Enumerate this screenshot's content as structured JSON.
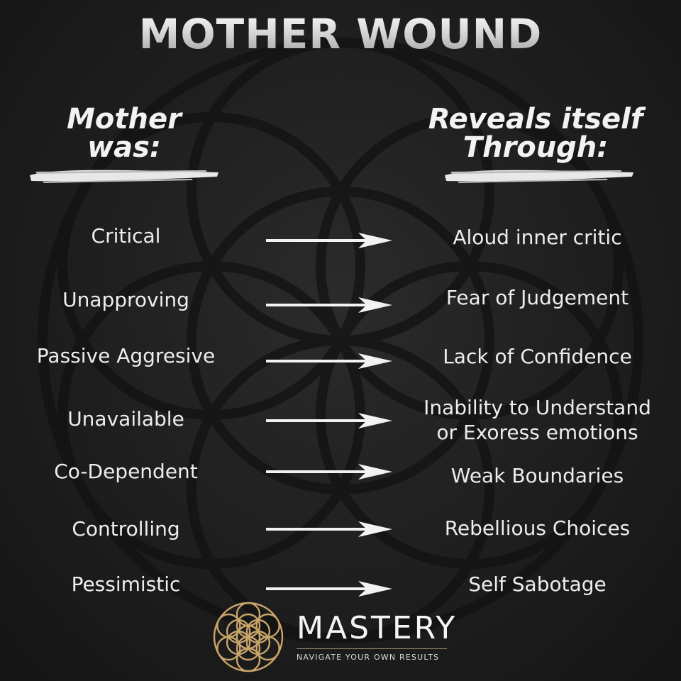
{
  "title": "MOTHER WOUND",
  "left_heading": {
    "line1": "Mother",
    "line2": "was:"
  },
  "right_heading": {
    "line1": "Reveals itself",
    "line2": "Through:"
  },
  "rows": [
    {
      "cause": "Critical",
      "effect_line1": "Aloud inner critic",
      "effect_line2": ""
    },
    {
      "cause": "Unapproving",
      "effect_line1": "Fear of Judgement",
      "effect_line2": ""
    },
    {
      "cause": "Passive Aggresive",
      "effect_line1": "Lack of Confidence",
      "effect_line2": ""
    },
    {
      "cause": "Unavailable",
      "effect_line1": "Inability to Understand",
      "effect_line2": "or Exoress emotions"
    },
    {
      "cause": "Co-Dependent",
      "effect_line1": "Weak Boundaries",
      "effect_line2": ""
    },
    {
      "cause": "Controlling",
      "effect_line1": "Rebellious Choices",
      "effect_line2": ""
    },
    {
      "cause": "Pessimistic",
      "effect_line1": "Self Sabotage",
      "effect_line2": ""
    }
  ],
  "brand": {
    "name": "MASTERY",
    "tagline": "NAVIGATE YOUR OWN RESULTS",
    "gold": "#c9a56a"
  },
  "colors": {
    "background": "#1e1e1e",
    "text": "#ededed",
    "pattern": "#111111"
  },
  "icons": {
    "background": "flower-of-life-pattern",
    "logo": "flower-of-life-logo",
    "arrow": "right-arrow-icon"
  }
}
